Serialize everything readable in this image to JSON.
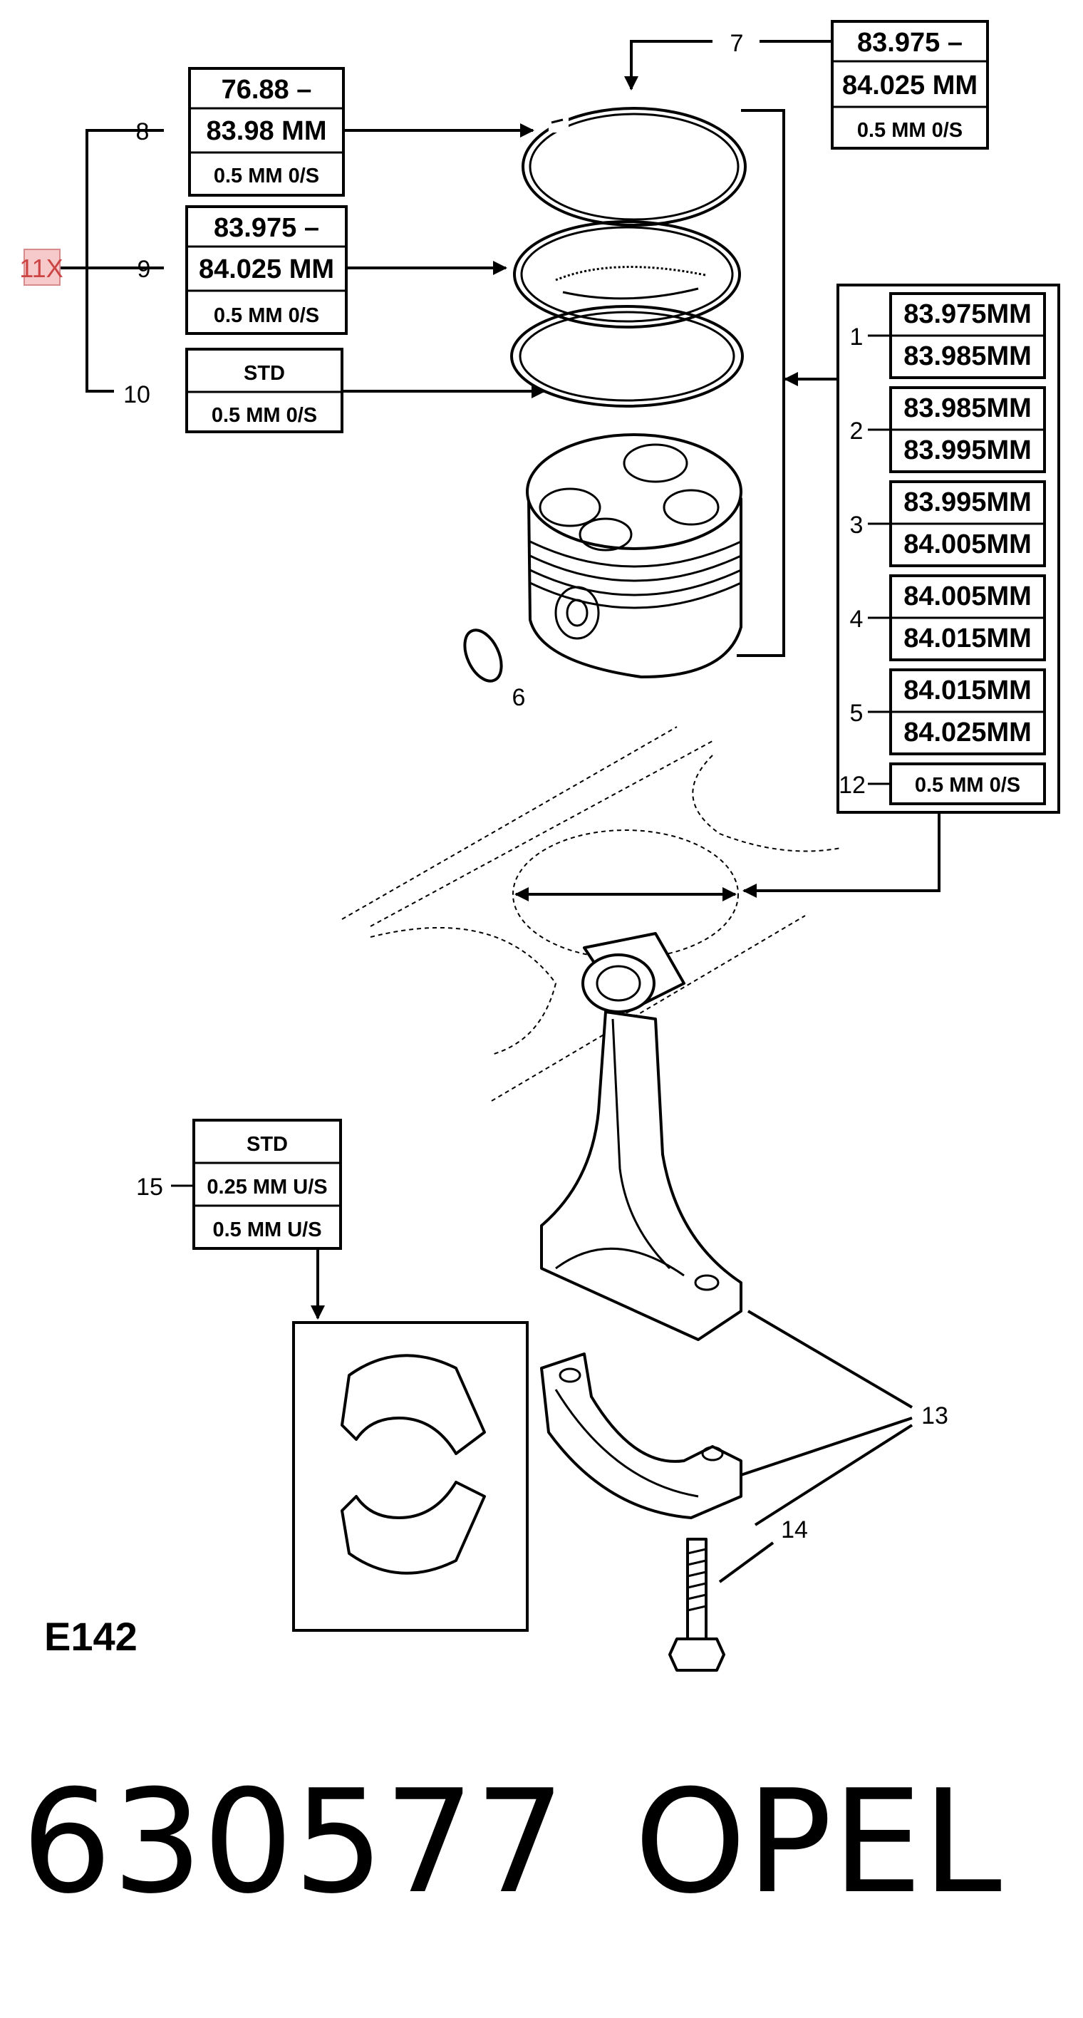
{
  "diagram_code": "E142",
  "part_number": "630577",
  "brand": "OPEL",
  "multiplier": "11X",
  "callouts": {
    "c1": "1",
    "c2": "2",
    "c3": "3",
    "c4": "4",
    "c5": "5",
    "c6": "6",
    "c7": "7",
    "c8": "8",
    "c9": "9",
    "c10": "10",
    "c12": "12",
    "c13": "13",
    "c14": "14",
    "c15": "15"
  },
  "ring7": {
    "line1": "83.975 –",
    "line2": "84.025 MM",
    "line3": "0.5 MM 0/S"
  },
  "ring8": {
    "line1": "76.88 –",
    "line2": "83.98 MM",
    "line3": "0.5 MM 0/S"
  },
  "ring9": {
    "line1": "83.975 –",
    "line2": "84.025 MM",
    "line3": "0.5 MM 0/S"
  },
  "ring10": {
    "line1": "STD",
    "line2": "0.5 MM 0/S"
  },
  "piston_grades": {
    "g1": {
      "a": "83.975MM",
      "b": "83.985MM"
    },
    "g2": {
      "a": "83.985MM",
      "b": "83.995MM"
    },
    "g3": {
      "a": "83.995MM",
      "b": "84.005MM"
    },
    "g4": {
      "a": "84.005MM",
      "b": "84.015MM"
    },
    "g5": {
      "a": "84.015MM",
      "b": "84.025MM"
    },
    "g12": "0.5 MM 0/S"
  },
  "bearing15": {
    "line1": "STD",
    "line2": "0.25 MM U/S",
    "line3": "0.5 MM U/S"
  }
}
